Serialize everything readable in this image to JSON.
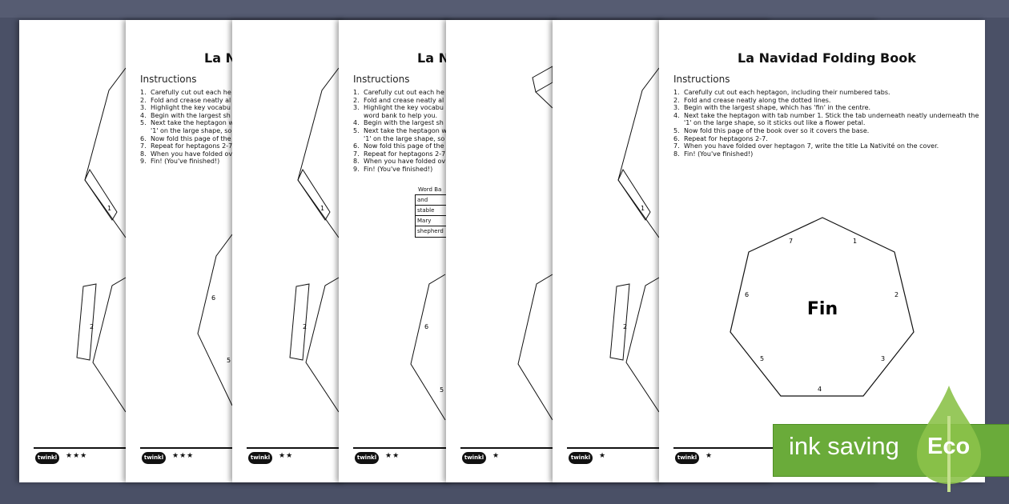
{
  "pages": [
    {
      "stars": "★★★",
      "labels": [
        "1",
        "2"
      ]
    },
    {
      "stars": "★★★",
      "title": "La N",
      "instructions_heading": "Instructions",
      "instructions": [
        [
          "1.",
          "Carefully cut out each he"
        ],
        [
          "2.",
          "Fold and crease neatly al"
        ],
        [
          "3.",
          "Highlight the key vocabu"
        ],
        [
          "4.",
          "Begin with the largest sh"
        ],
        [
          "5.",
          "Next take the heptagon w",
          "'1' on the large shape, so"
        ],
        [
          "6.",
          "Now fold this page of the"
        ],
        [
          "7.",
          "Repeat for heptagons 2-7"
        ],
        [
          "8.",
          "When you have folded ov"
        ],
        [
          "9.",
          "Fin! (You've finished!)"
        ]
      ],
      "labels": [
        "6",
        "5"
      ]
    },
    {
      "stars": "★★",
      "labels": [
        "1",
        "2"
      ]
    },
    {
      "stars": "★★",
      "title": "La N",
      "instructions_heading": "Instructions",
      "instructions": [
        [
          "1.",
          "Carefully cut out each he"
        ],
        [
          "2.",
          "Fold and crease neatly al"
        ],
        [
          "3.",
          "Highlight the key vocabu",
          "word bank to help you."
        ],
        [
          "4.",
          "Begin with the largest sh"
        ],
        [
          "5.",
          "Next take the heptagon w",
          "'1' on the large shape, so"
        ],
        [
          "6.",
          "Now fold this page of the"
        ],
        [
          "7.",
          "Repeat for heptagons 2-7"
        ],
        [
          "8.",
          "When you have folded ov"
        ],
        [
          "9.",
          "Fin! (You've finished!)"
        ]
      ],
      "word_bank": {
        "heading": "Word Ba",
        "words": [
          "and",
          "stable",
          "Mary",
          "shepherd"
        ]
      },
      "labels": [
        "6",
        "5"
      ]
    },
    {
      "stars": "★",
      "labels": []
    },
    {
      "stars": "★",
      "labels": [
        "1",
        "2"
      ]
    },
    {
      "stars": "★",
      "title": "La Navidad Folding Book",
      "instructions_heading": "Instructions",
      "instructions": [
        [
          "1.",
          "Carefully cut out each heptagon, including their numbered tabs."
        ],
        [
          "2.",
          "Fold and crease neatly along the dotted lines."
        ],
        [
          "3.",
          "Begin with the largest shape, which has 'fin' in the centre."
        ],
        [
          "4.",
          "Next take the heptagon with tab number 1. Stick the tab underneath neatly underneath the",
          "'1' on the large shape, so it sticks out like a flower petal."
        ],
        [
          "5.",
          "Now fold this page of the book over so it covers the base."
        ],
        [
          "6.",
          "Repeat for heptagons 2-7."
        ],
        [
          "7.",
          "When you have folded over heptagon 7, write the title La Nativité on the cover."
        ],
        [
          "8.",
          "Fin! (You've finished!)"
        ]
      ],
      "heptagon": {
        "center_text": "Fin",
        "labels": [
          "1",
          "2",
          "3",
          "4",
          "5",
          "6",
          "7"
        ]
      }
    }
  ],
  "logo_text": "twinkl",
  "badge": {
    "text": "ink saving",
    "eco": "Eco",
    "color": "#6aab3a",
    "leaf_color": "#8cc24a"
  }
}
